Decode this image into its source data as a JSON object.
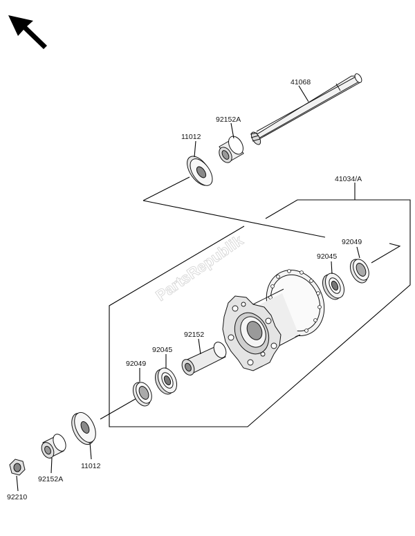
{
  "watermark": "PartsRepublik",
  "colors": {
    "line": "#000000",
    "part_fill": "#f2f2f2",
    "part_shade": "#b9b9b9",
    "watermark": "#d6d6d6"
  },
  "icons": {
    "orientation": "arrow-up-left-icon"
  },
  "parts": {
    "axle": "41068",
    "axle_collar_top": "92152A",
    "washer_top": "11012",
    "hub_assembly": "41034/A",
    "oil_seal_right": "92049",
    "bearing_right": "92045",
    "spacer": "92152",
    "bearing_left": "92045",
    "oil_seal_left": "92049",
    "washer_bottom": "11012",
    "axle_collar_bottom": "92152A",
    "nut": "92210"
  }
}
